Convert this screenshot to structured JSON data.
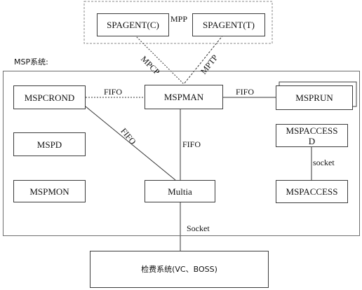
{
  "top_group": {
    "spagent_c": "SPAGENT(C)",
    "mpp": "MPP",
    "spagent_t": "SPAGENT(T)"
  },
  "msp_system": {
    "label": "MSP系统:",
    "mspcrond": "MSPCROND",
    "mspman": "MSPMAN",
    "msprun": "MSPRUN",
    "mspd": "MSPD",
    "mspaccess_d_line1": "MSPACCESS",
    "mspaccess_d_line2": "D",
    "mspmon": "MSPMON",
    "multia": "Multia",
    "mspaccess": "MSPACCESS"
  },
  "connectors": {
    "mpcp": "MPCP",
    "mptp": "MPTP",
    "fifo_crond_man": "FIFO",
    "fifo_man_run": "FIFO",
    "fifo_crond_multia": "FIFO",
    "fifo_man_multia": "FIFO",
    "socket_access": "socket",
    "socket_bottom": "Socket"
  },
  "external": {
    "label": "检费系统(VC、BOSS)"
  }
}
